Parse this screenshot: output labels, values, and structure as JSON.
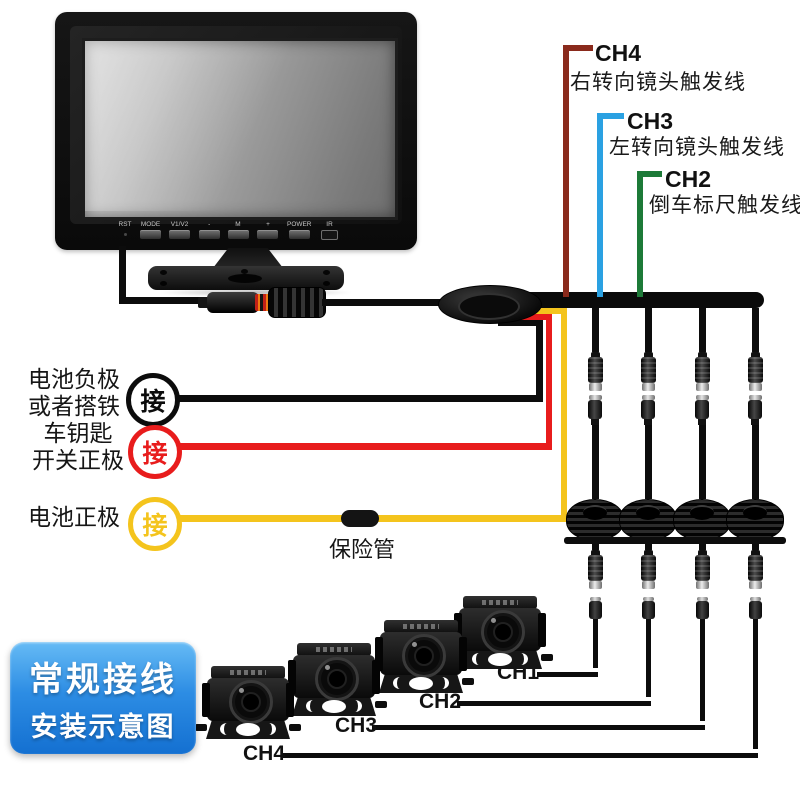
{
  "badge": {
    "line1": "常规接线",
    "line2": "安装示意图"
  },
  "monitor": {
    "buttons": [
      "RST",
      "MODE",
      "V1/V2",
      "-",
      "M",
      "+",
      "POWER",
      "IR"
    ]
  },
  "trigger_wires": [
    {
      "channel": "CH4",
      "label": "右转向镜头触发线",
      "color": "#8a2a1c"
    },
    {
      "channel": "CH3",
      "label": "左转向镜头触发线",
      "color": "#2aa1e2"
    },
    {
      "channel": "CH2",
      "label": "倒车标尺触发线",
      "color": "#1d7a38"
    }
  ],
  "power_wires": [
    {
      "line1": "电池负极",
      "line2": "或者搭铁",
      "badge": "接",
      "color": "#0c0c0c"
    },
    {
      "line1": "车钥匙",
      "line2": "开关正极",
      "badge": "接",
      "color": "#e81c1c"
    },
    {
      "line1": "电池正极",
      "line2": "",
      "badge": "接",
      "color": "#f4c41d"
    }
  ],
  "fuse": {
    "label": "保险管"
  },
  "channels": [
    {
      "label": "CH1"
    },
    {
      "label": "CH2"
    },
    {
      "label": "CH3"
    },
    {
      "label": "CH4"
    }
  ],
  "colors": {
    "wire_black": "#0c0c0c",
    "wire_red": "#e81c1c",
    "wire_yellow": "#f4c41d",
    "badge_blue": "#2d8de4"
  }
}
